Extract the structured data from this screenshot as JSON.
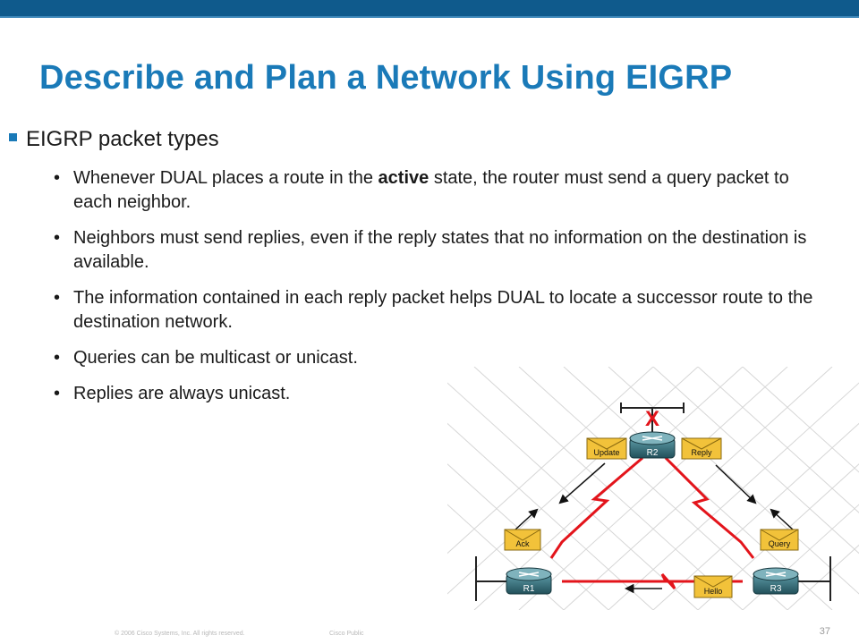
{
  "slide": {
    "title": "Describe and Plan a Network Using EIGRP",
    "heading": "EIGRP packet types",
    "bullets": [
      {
        "before": "Whenever DUAL places a route in the ",
        "bold": "active",
        "after": " state, the router must send a query packet to each neighbor."
      },
      {
        "before": "Neighbors must send replies, even if the reply states that no information on the destination is available.",
        "bold": "",
        "after": ""
      },
      {
        "before": "The information contained in each reply packet helps DUAL to locate a successor route to the destination network.",
        "bold": "",
        "after": ""
      },
      {
        "before": "Queries can be multicast or unicast.",
        "bold": "",
        "after": ""
      },
      {
        "before": "Replies are always unicast.",
        "bold": "",
        "after": ""
      }
    ]
  },
  "diagram": {
    "routers": {
      "r1": "R1",
      "r2": "R2",
      "r3": "R3"
    },
    "packets": {
      "update": "Update",
      "reply": "Reply",
      "ack": "Ack",
      "query": "Query",
      "hello": "Hello"
    },
    "failure_mark": "X"
  },
  "footer": {
    "copyright": "© 2006 Cisco Systems, Inc. All rights reserved.",
    "classification": "Cisco Public",
    "page_number": "37"
  },
  "colors": {
    "brand": "#0f5a8c",
    "title": "#1a7ab8",
    "link": "#e3141b",
    "envelope": "#f2c23a"
  }
}
